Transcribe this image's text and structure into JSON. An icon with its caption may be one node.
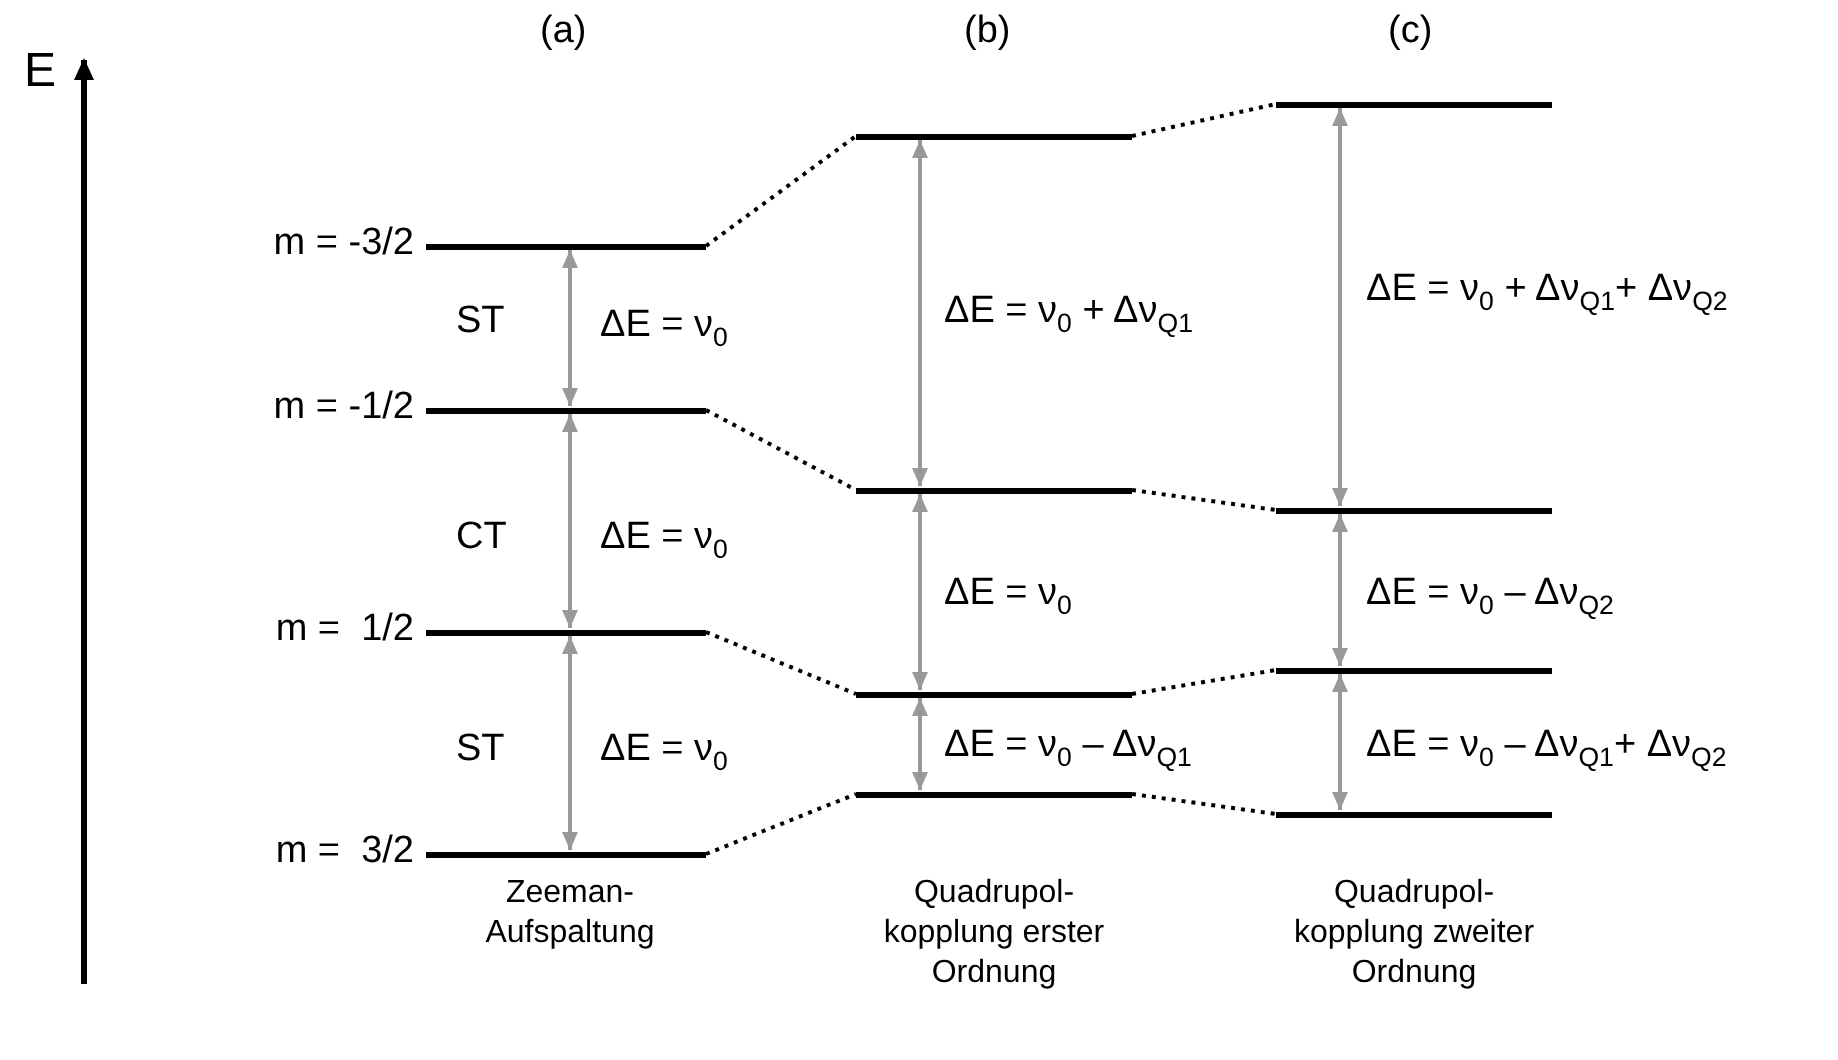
{
  "diagram": {
    "nodes": [
      {
        "text": [],
        "shape": "bar",
        "beside": [
          "m = -3/2"
        ]
      },
      {
        "text": [],
        "shape": "bar",
        "beside": [
          "m = -1/2"
        ]
      },
      {
        "text": [],
        "shape": "bar",
        "beside": [
          "m =  1/2"
        ]
      },
      {
        "text": [],
        "shape": "bar",
        "beside": [
          "m =  3/2"
        ]
      },
      {
        "text": [],
        "shape": "bar"
      },
      {
        "text": [],
        "shape": "bar"
      },
      {
        "text": [],
        "shape": "bar"
      },
      {
        "text": [],
        "shape": "bar"
      },
      {
        "text": [],
        "shape": "bar"
      },
      {
        "text": [],
        "shape": "bar"
      },
      {
        "text": [],
        "shape": "bar"
      },
      {
        "text": [],
        "shape": "bar"
      }
    ],
    "edges": [
      {
        "from": 0,
        "to": 1,
        "arrow": "both",
        "label": "ΔE = ν$_{0}$"
      },
      {
        "from": 1,
        "to": 2,
        "arrow": "both",
        "label": "ΔE = ν$_{0}$"
      },
      {
        "from": 2,
        "to": 3,
        "arrow": "both",
        "label": "ΔE = ν$_{0}$"
      },
      {
        "from": 0,
        "to": 4,
        "arrow": "none",
        "style": "dashed",
        "color": "#000000"
      },
      {
        "from": 1,
        "to": 5,
        "arrow": "none",
        "style": "dashed",
        "color": "#000000"
      },
      {
        "from": 2,
        "to": 6,
        "arrow": "none",
        "style": "dashed",
        "color": "#000000"
      },
      {
        "from": 3,
        "to": 7,
        "arrow": "none",
        "style": "dashed",
        "color": "#000000"
      },
      {
        "from": 4,
        "to": 5,
        "arrow": "both",
        "label": "ΔE = ν$_{0}$ + Δν$_{Q1}$"
      },
      {
        "from": 5,
        "to": 6,
        "arrow": "both",
        "label": "ΔE = ν$_{0}$"
      },
      {
        "from": 6,
        "to": 7,
        "arrow": "both",
        "label": "ΔE = ν$_{0}$ – Δν$_{Q1}$"
      },
      {
        "from": 4,
        "to": 8,
        "arrow": "none",
        "style": "dashed",
        "color": "#000000"
      },
      {
        "from": 5,
        "to": 9,
        "arrow": "none",
        "style": "dashed",
        "color": "#000000"
      },
      {
        "from": 6,
        "to": 10,
        "arrow": "none",
        "style": "dashed",
        "color": "#000000"
      },
      {
        "from": 7,
        "to": 11,
        "arrow": "none",
        "style": "dashed",
        "color": "#000000"
      },
      {
        "from": 8,
        "to": 9,
        "arrow": "both",
        "label": "ΔE = ν$_{0}$ + Δν$_{Q1}$+ Δν$_{Q2}$"
      },
      {
        "from": 9,
        "to": 10,
        "arrow": "both",
        "label": "ΔE = ν$_{0}$ – Δν$_{Q2}$"
      },
      {
        "from": 10,
        "to": 11,
        "arrow": "both",
        "label": "ΔE = ν$_{0}$ – Δν$_{Q1}$+ Δν$_{Q2}$"
      }
    ],
    "labels": [
      "E",
      "(a)",
      "(b)",
      "(c)",
      "ST",
      "CT",
      "ST",
      "Zeeman- Aufspaltung",
      "Quadrupol- kopplung erster Ordnung",
      "Quadrupol- kopplung zweiter Ordnung"
    ]
  }
}
